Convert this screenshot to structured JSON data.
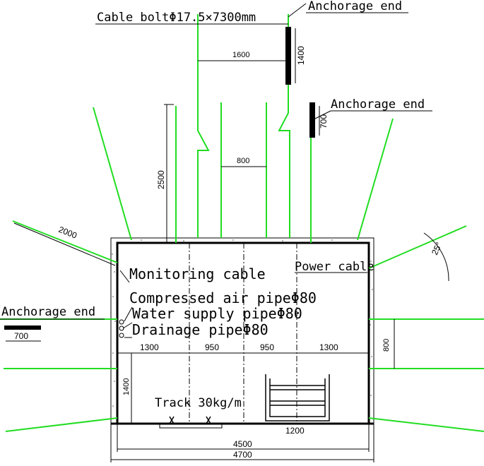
{
  "colors": {
    "bolt": "#22dd22",
    "line": "#000000",
    "background": "#ffffff"
  },
  "labels": {
    "cable_bolt": "Cable boltΦ17.5×7300mm",
    "anchorage_end_top": "Anchorage end",
    "anchorage_end_right": "Anchorage end",
    "anchorage_end_left": "Anchorage end",
    "monitoring_cable": "Monitoring cable",
    "power_cable": "Power cable",
    "compressed_air_pipe": "Compressed air pipeΦ80",
    "water_supply_pipe": "Water supply pipeΦ80",
    "drainage_pipe": "Drainage pipeΦ80",
    "track": "Track 30kg/m"
  },
  "dimensions": {
    "anchor_top_length": "1400",
    "anchor_right_length": "700",
    "anchor_left_length": "700",
    "bolt_spacing_top": "1600",
    "bolt_spacing_middle": "800",
    "bolt_length_vertical": "2500",
    "bolt_length_left": "2000",
    "angle": "25°",
    "span_1": "1300",
    "span_2": "950",
    "span_3": "950",
    "span_4": "1300",
    "side_spacing_right": "800",
    "height_lower_left": "1400",
    "cart_width": "1200",
    "inner_width": "4500",
    "outer_width": "4700"
  }
}
